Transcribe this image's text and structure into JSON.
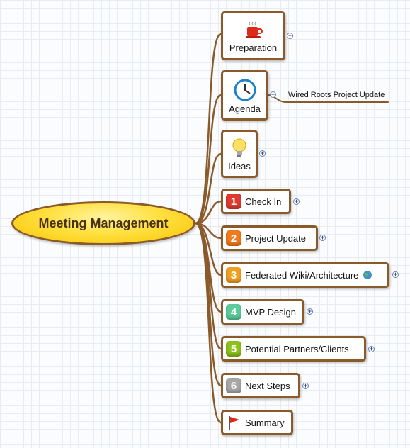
{
  "mindmap": {
    "central_topic": "Meeting Management",
    "topics": [
      {
        "label": "Preparation",
        "icon": "coffee-cup-icon",
        "collapsed": true
      },
      {
        "label": "Agenda",
        "icon": "clock-icon",
        "collapsed": false,
        "subtopics": [
          {
            "label": "Wired Roots Project Update"
          }
        ]
      },
      {
        "label": "Ideas",
        "icon": "lightbulb-icon",
        "collapsed": true
      },
      {
        "label": "Check In",
        "number": "1",
        "color": "#e03a2e",
        "collapsed": true
      },
      {
        "label": "Project Update",
        "number": "2",
        "color": "#f07a1c",
        "collapsed": true
      },
      {
        "label": "Federated Wiki/Architecture",
        "number": "3",
        "color": "#f0a020",
        "collapsed": true,
        "extra_icon": "globe-icon"
      },
      {
        "label": "MVP Design",
        "number": "4",
        "color": "#5ccc9a",
        "collapsed": true
      },
      {
        "label": "Potential Partners/Clients",
        "number": "5",
        "color": "#8cc21a",
        "collapsed": true
      },
      {
        "label": "Next Steps",
        "number": "6",
        "color": "#a7a7a7",
        "collapsed": true
      },
      {
        "label": "Summary",
        "icon": "red-flag-icon",
        "collapsed": true
      }
    ],
    "colors": {
      "branch": "#8a5a2a",
      "central_fill": "#ffe040"
    }
  }
}
